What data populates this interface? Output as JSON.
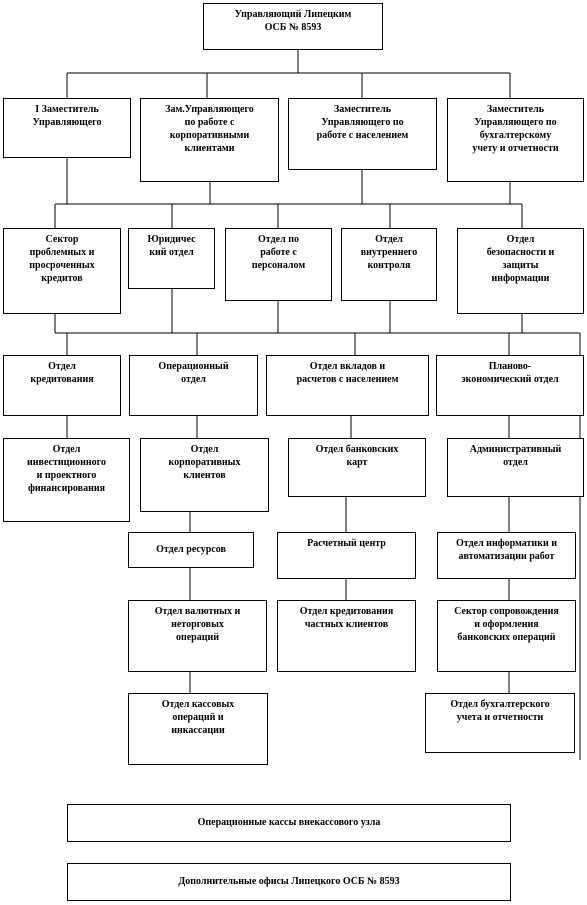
{
  "chart": {
    "top": "Управляющий Липецким\nОСБ № 8593",
    "deputies": [
      "I Заместитель\nУправляющего",
      "Зам.Управляющего\nпо работе с\nкорпоративными\nклиентами",
      "Заместитель\nУправляющего по\nработе с населением",
      "Заместитель\nУправляющего по\nбухгалтерскому\nучету и отчетности"
    ],
    "row2": [
      "Сектор\nпроблемных и\nпросроченных\nкредитов",
      "Юридичес\nкий отдел",
      "Отдел по\nработе с\nперсоналом",
      "Отдел\nвнутреннего\nконтроля",
      "Отдел\nбезопасности и\nзащиты\nинформации"
    ],
    "row3": [
      "Отдел\nкредитования",
      "Операционный\nотдел",
      "Отдел вкладов и\nрасчетов с населением",
      "Планово-\nэкономический отдел"
    ],
    "col1": [
      "Отдел\nинвестиционного\nи проектного\nфинансирования"
    ],
    "col2": [
      "Отдел\nкорпоративных\nклиентов",
      "Отдел ресурсов",
      "Отдел валютных и\nнеторговых\nопераций",
      "Отдел кассовых\nопераций и\nинкассации"
    ],
    "col3": [
      "Отдел банковских\nкарт",
      "Расчетный центр",
      "Отдел кредитования\nчастных клиентов"
    ],
    "col4": [
      "Административный\nотдел",
      "Отдел информатики и\nавтоматизации работ",
      "Сектор сопровождения\nи оформления\nбанковских операций",
      "Отдел бухгалтерского\nучета и отчетности"
    ],
    "bottom": [
      "Операционные кассы внекассового узла",
      "Дополнительные офисы Липецкого ОСБ № 8593"
    ]
  }
}
